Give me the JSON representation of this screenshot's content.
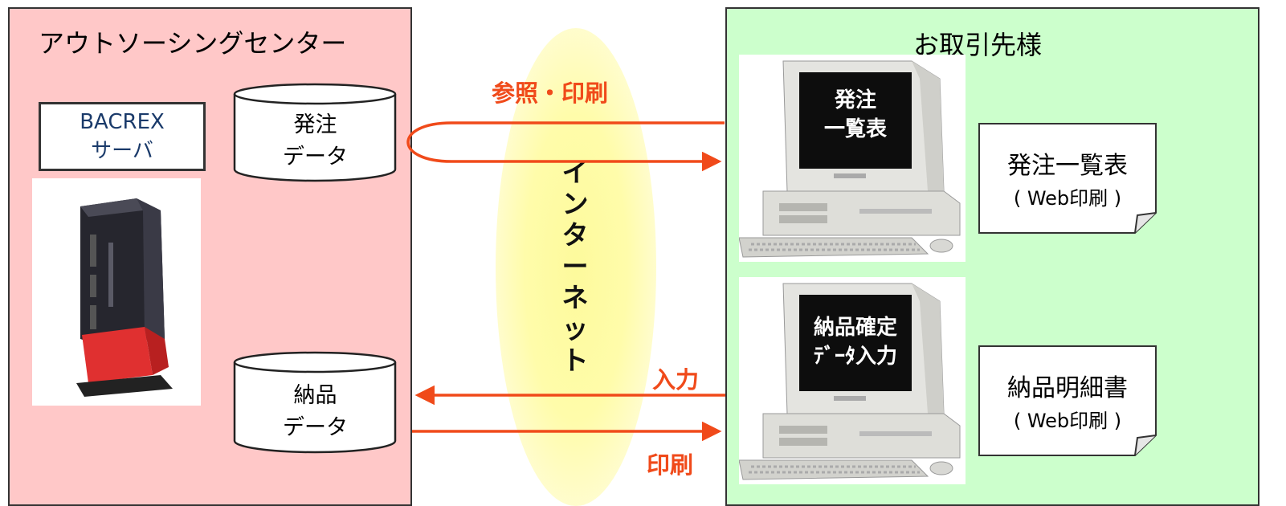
{
  "left_panel": {
    "title": "アウトソーシングセンター"
  },
  "right_panel": {
    "title": "お取引先様"
  },
  "server": {
    "line1": "BACREX",
    "line2": "サーバ"
  },
  "db_order": {
    "line1": "発注",
    "line2": "データ"
  },
  "db_delivery": {
    "line1": "納品",
    "line2": "データ"
  },
  "internet": {
    "chars": [
      "イ",
      "ン",
      "タ",
      "ー",
      "ネ",
      "ッ",
      "ト"
    ]
  },
  "flows": {
    "reference_print": "参照・印刷",
    "input": "入力",
    "print": "印刷"
  },
  "pc1": {
    "line1": "発注",
    "line2": "一覧表"
  },
  "pc2": {
    "line1": "納品確定",
    "line2": "ﾃﾞｰﾀ入力"
  },
  "note1": {
    "main": "発注一覧表",
    "sub": "( Web印刷 )"
  },
  "note2": {
    "main": "納品明細書",
    "sub": "( Web印刷 )"
  },
  "colors": {
    "left_bg": "#ffc8c8",
    "right_bg": "#ccffcc",
    "arrow": "#f04a1a",
    "internet": "#fffcaa"
  }
}
